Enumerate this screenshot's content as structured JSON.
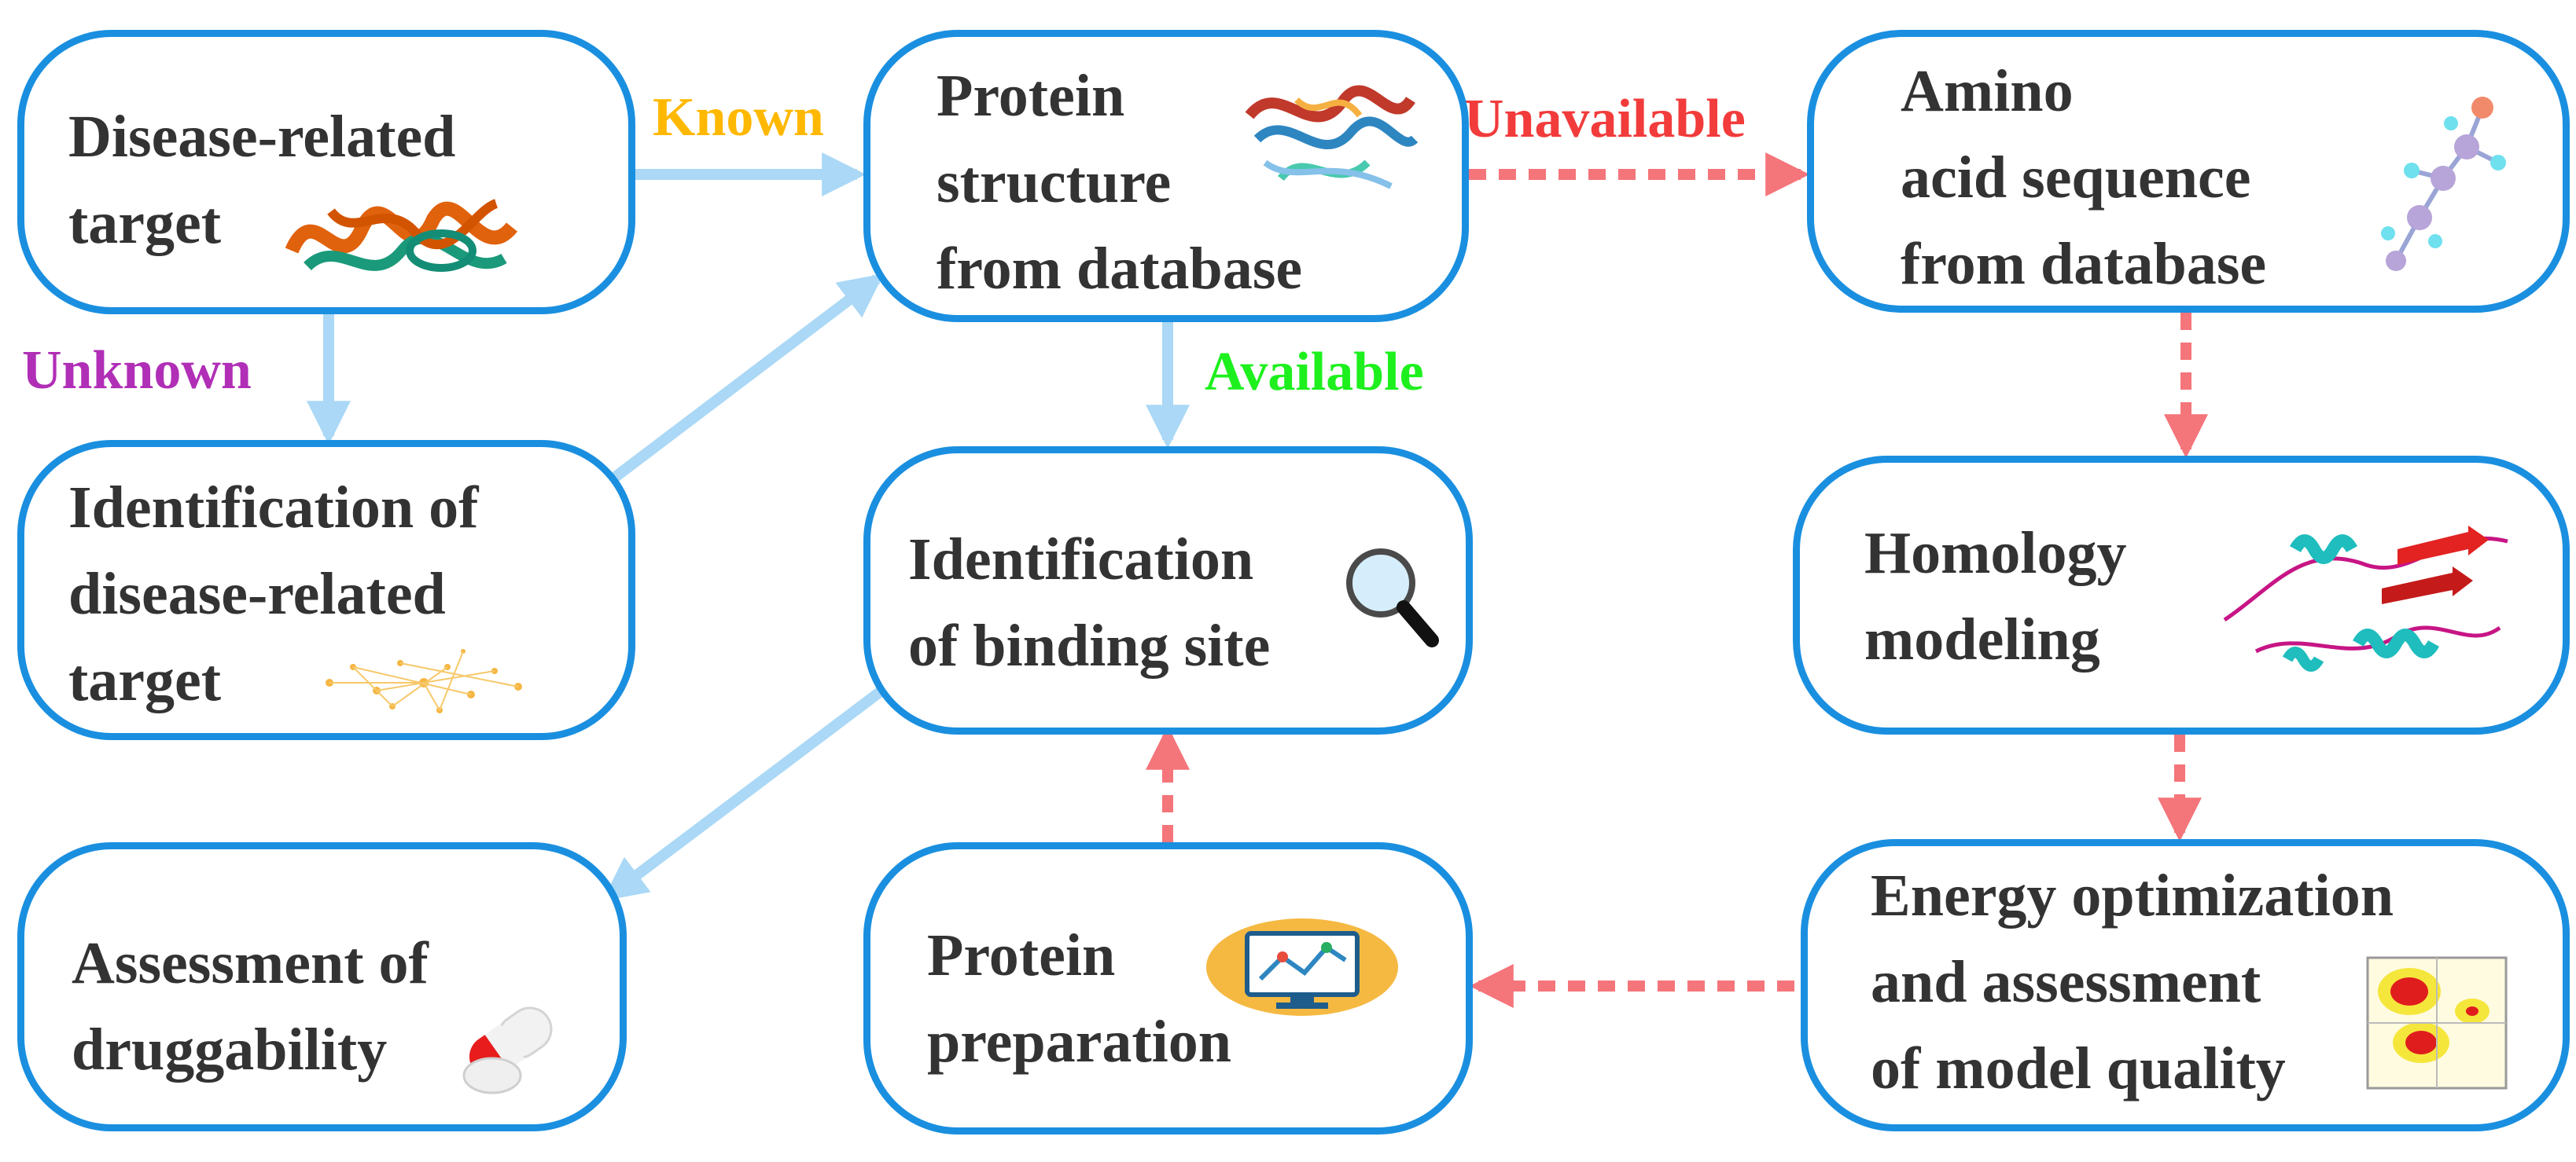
{
  "colors": {
    "box_border": "#1a8fe0",
    "solid_arrow": "#aad8f6",
    "dashed_arrow": "#f4757a",
    "text": "#333333",
    "known": "#ffb800",
    "unknown": "#b02fb6",
    "unavailable": "#f23b3b",
    "available": "#1ef01e"
  },
  "nodes": {
    "disease_target": "Disease-related\ntarget",
    "identification_target": "Identification of\ndisease-related\ntarget",
    "assessment": "Assessment of\ndruggability",
    "protein_structure": "Protein\nstructure\nfrom database",
    "binding_site": "Identification\nof binding site",
    "protein_prep": "Protein\npreparation",
    "amino_sequence": "Amino\nacid sequence\nfrom database",
    "homology": "Homology\nmodeling",
    "energy": "Energy optimization\nand assessment\nof model quality"
  },
  "edge_labels": {
    "known": "Known",
    "unknown": "Unknown",
    "unavailable": "Unavailable",
    "available": "Available"
  },
  "icons": {
    "disease_target": "protein-ribbon-icon",
    "identification_target": "network-cloud-icon",
    "assessment": "capsule-pill-icon",
    "protein_structure": "protein-structure-icon",
    "binding_site": "magnifier-icon",
    "protein_prep": "monitor-icon",
    "amino_sequence": "molecule-chain-icon",
    "homology": "helix-model-icon",
    "energy": "ramachandran-plot-icon"
  }
}
